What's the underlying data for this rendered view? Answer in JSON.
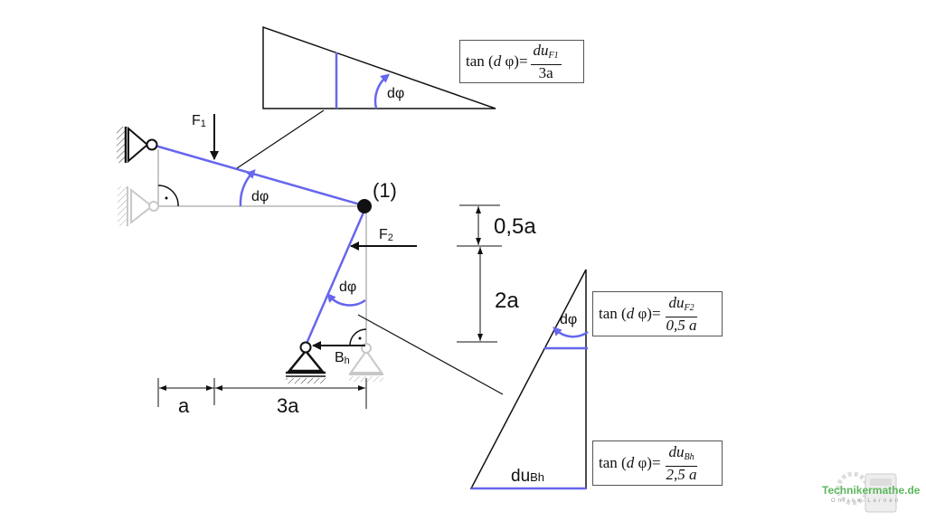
{
  "diagram": {
    "colors": {
      "member": "#6666ee",
      "ghost": "#c8c8c8",
      "ink": "#111111",
      "brand": "#5cb85c"
    },
    "labels": {
      "force1": "F",
      "force1_sub": "1",
      "force2": "F",
      "force2_sub": "2",
      "reaction": "B",
      "reaction_sub": "h",
      "node": "(1)",
      "angle_top": "dφ",
      "angle_member": "dφ",
      "angle_lower": "dφ",
      "angle_right": "dφ",
      "du_bh": "du",
      "du_bh_sub": "Bh"
    },
    "dimensions": {
      "dim_a": "a",
      "dim_3a": "3a",
      "dim_05a": "0,5a",
      "dim_2a": "2a"
    },
    "formulas": [
      {
        "lhs_fn": "tan",
        "lhs_arg_d": "d",
        "lhs_arg_phi": "φ",
        "eq": "=",
        "num": "du",
        "num_sub": "F1",
        "den": "3a"
      },
      {
        "lhs_fn": "tan",
        "lhs_arg_d": "d",
        "lhs_arg_phi": "φ",
        "eq": "=",
        "num": "du",
        "num_sub": "F2",
        "den": "0,5 a"
      },
      {
        "lhs_fn": "tan",
        "lhs_arg_d": "d",
        "lhs_arg_phi": "φ",
        "eq": "=",
        "num": "du",
        "num_sub": "Bh",
        "den": "2,5 a"
      }
    ],
    "logo": {
      "brand": "Technikermathe.de",
      "tagline": "Online-Lernen"
    }
  }
}
